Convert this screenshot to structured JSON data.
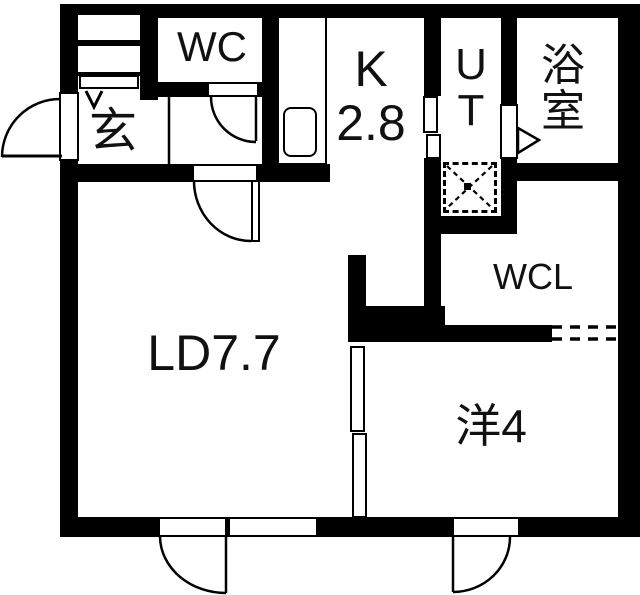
{
  "plan": {
    "type": "floorplan",
    "rooms": {
      "entrance": {
        "label": "玄"
      },
      "wc": {
        "label": "WC"
      },
      "kitchen": {
        "line1": "K",
        "line2": "2.8"
      },
      "utility": {
        "line1": "U",
        "line2": "T"
      },
      "bathroom": {
        "line1": "浴",
        "line2": "室"
      },
      "closet": {
        "label": "WCL"
      },
      "living_dining": {
        "label": "LD7.7"
      },
      "western_room": {
        "label": "洋4"
      }
    },
    "colors": {
      "wall": "#000000",
      "floor": "#ffffff",
      "line": "#000000"
    }
  }
}
